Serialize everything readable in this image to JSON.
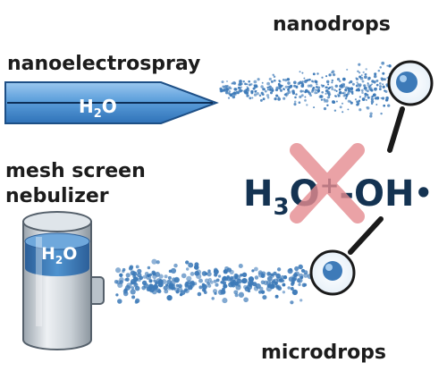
{
  "labels": {
    "nanoelectrospray": "nanoelectrospray",
    "nanodrops": "nanodrops",
    "mesh_line1": "mesh screen",
    "mesh_line2": "nebulizer",
    "microdrops": "microdrops"
  },
  "spray_tip": {
    "water_main": "H",
    "water_sub": "2",
    "water_end": "O"
  },
  "nebulizer": {
    "water_main": "H",
    "water_sub": "2",
    "water_end": "O"
  },
  "formula": {
    "h": "H",
    "sub3": "3",
    "o": "O",
    "plus": "+",
    "oh": "-OH",
    "radical_dot": "•"
  },
  "colors": {
    "water_blue": "#4f93cf",
    "drop_blue": "#3d7ab8",
    "formula_navy": "#143352",
    "cross_pink": "#e58b90"
  }
}
